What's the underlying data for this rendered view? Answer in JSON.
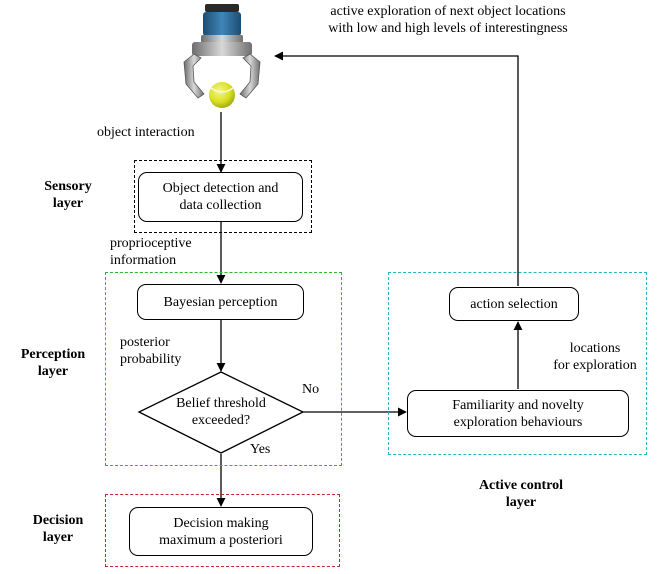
{
  "colors": {
    "sensory_border": "#000000",
    "perception_border": "#2eb82e",
    "decision_border": "#c0282e",
    "active_control_border": "#2bb5c0",
    "arrow": "#000000",
    "ball": "#d9e021"
  },
  "icons": {
    "robot": "robot-gripper-icon"
  },
  "labels": {
    "top_annotation_line1": "active exploration of next object locations",
    "top_annotation_line2": "with low and high levels of interestingness",
    "object_interaction": "object interaction",
    "proprioceptive_line1": "proprioceptive",
    "proprioceptive_line2": "information",
    "posterior_line1": "posterior",
    "posterior_line2": "probability",
    "no": "No",
    "yes": "Yes",
    "locations_line1": "locations",
    "locations_line2": "for exploration"
  },
  "layers": {
    "sensory": {
      "line1": "Sensory",
      "line2": "layer"
    },
    "perception": {
      "line1": "Perception",
      "line2": "layer"
    },
    "decision": {
      "line1": "Decision",
      "line2": "layer"
    },
    "active_control": {
      "line1": "Active control",
      "line2": "layer"
    }
  },
  "nodes": {
    "object_detection": {
      "line1": "Object detection and",
      "line2": "data collection"
    },
    "bayesian": {
      "line1": "Bayesian perception"
    },
    "belief_threshold": {
      "line1": "Belief threshold",
      "line2": "exceeded?"
    },
    "decision_making": {
      "line1": "Decision making",
      "line2": "maximum a posteriori"
    },
    "action_selection": {
      "line1": "action selection"
    },
    "familiarity": {
      "line1": "Familiarity and novelty",
      "line2": "exploration behaviours"
    }
  }
}
